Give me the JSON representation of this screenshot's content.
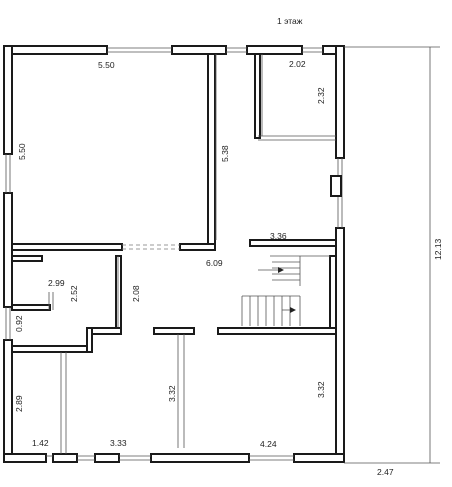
{
  "title": "1 этаж",
  "dimensions": {
    "living_width": "5.50",
    "living_height": "5.50",
    "hall_height": "5.38",
    "bay_width": "2.02",
    "bay_height": "2.32",
    "corridor_width": "3.36",
    "span_center": "6.09",
    "overall_height": "12.13",
    "small_room_width": "2.99",
    "small_room_height": "2.52",
    "stair_room": "2.08",
    "niche": "0.92",
    "lower_left_height": "2.89",
    "lower_center_height": "3.32",
    "lower_right_height": "3.32",
    "bottom_left_width": "1.42",
    "bottom_center_width": "3.33",
    "bottom_right_width": "4.24",
    "outside_bottom": "2.47"
  }
}
